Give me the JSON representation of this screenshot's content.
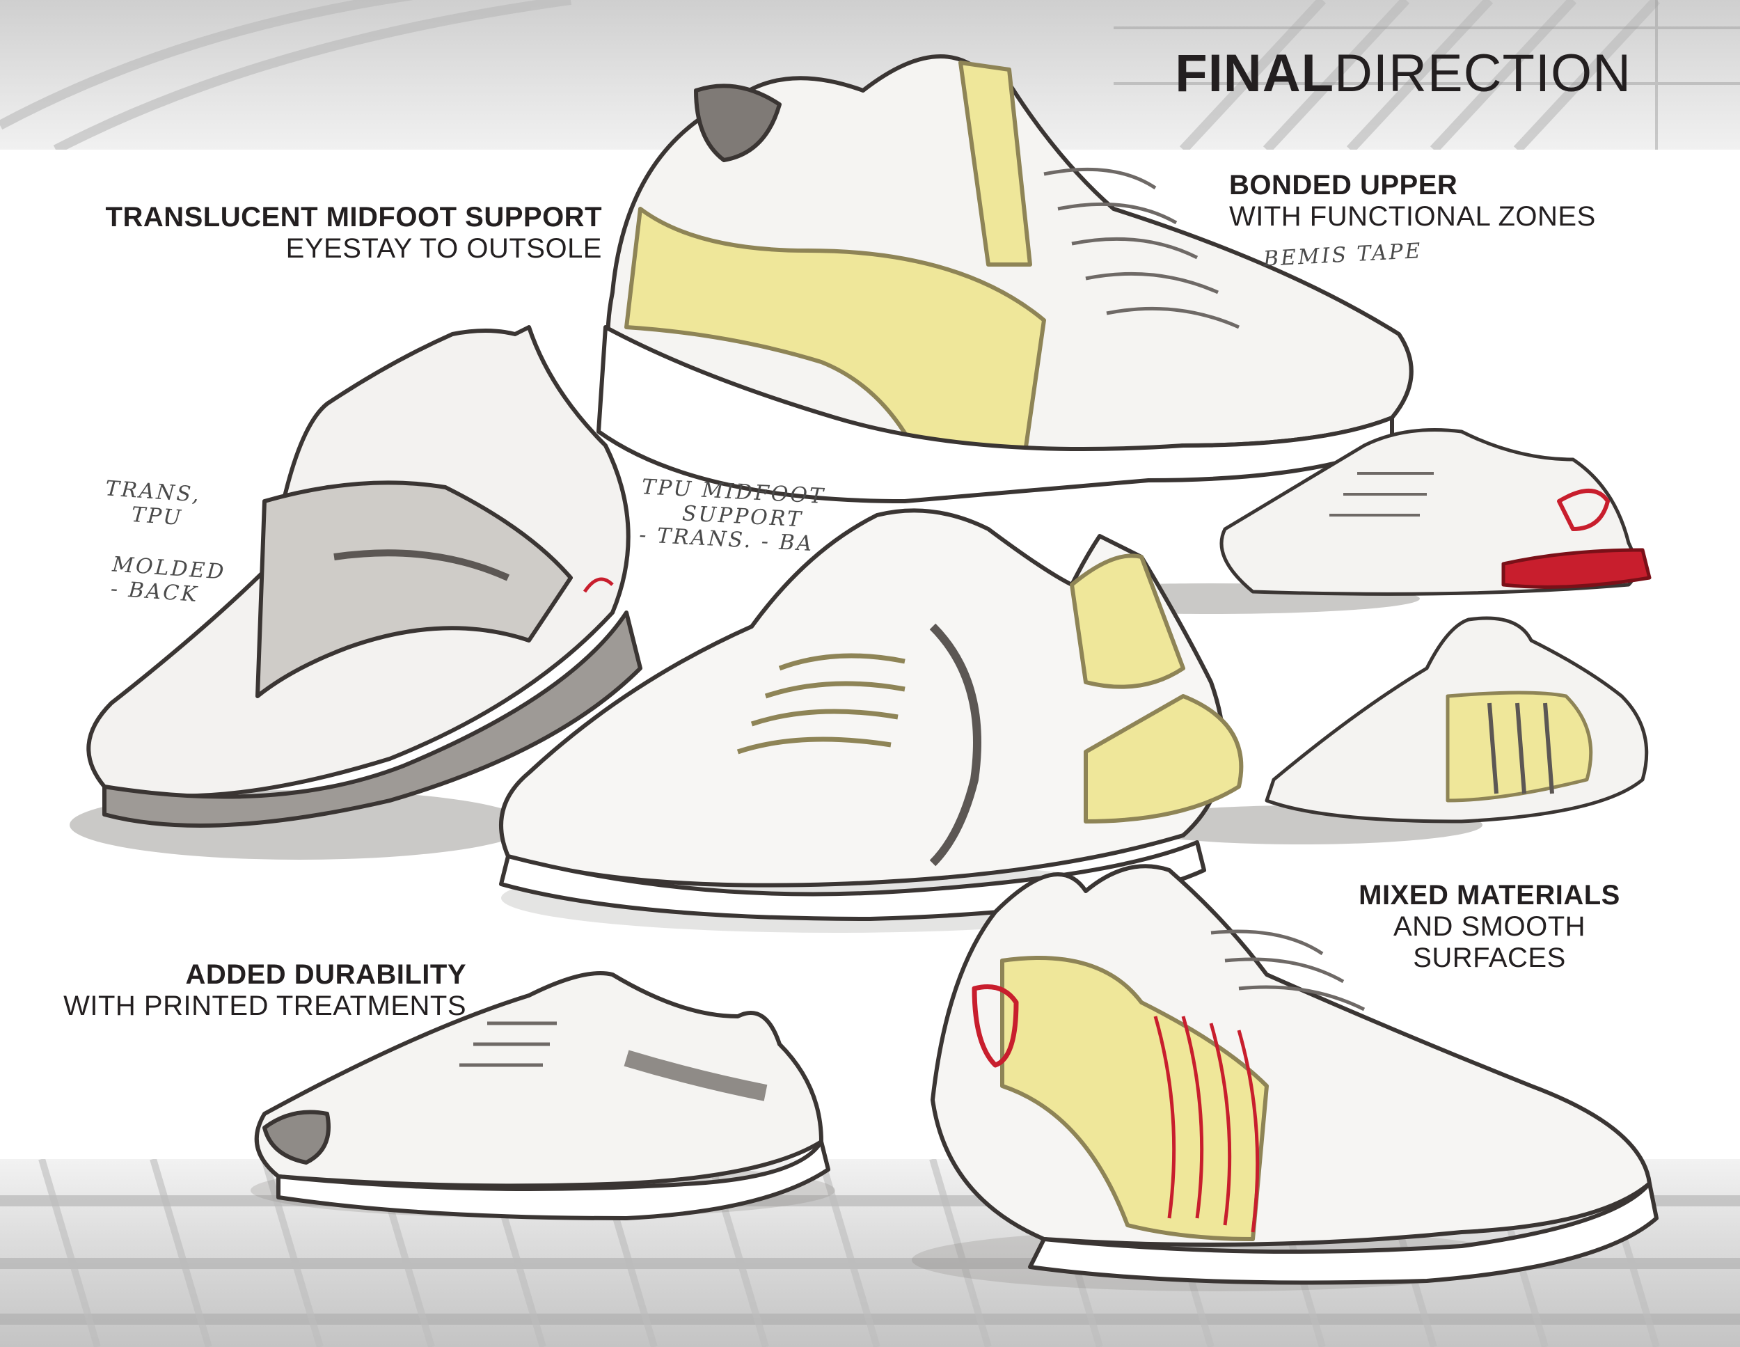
{
  "title": {
    "bold": "FINAL",
    "regular": "DIRECTION"
  },
  "callouts": {
    "translucent": {
      "heading": "TRANSLUCENT MIDFOOT SUPPORT",
      "sub": "EYESTAY TO OUTSOLE"
    },
    "bonded": {
      "heading": "BONDED UPPER",
      "sub": "WITH FUNCTIONAL ZONES"
    },
    "mixed": {
      "heading": "MIXED MATERIALS",
      "sub1": "AND SMOOTH",
      "sub2": "SURFACES"
    },
    "durability": {
      "heading": "ADDED DURABILITY",
      "sub": "WITH PRINTED TREATMENTS"
    }
  },
  "notes": {
    "bemis": "BEMIS TAPE",
    "trans1": "TRANS,",
    "trans2": "TPU",
    "molded1": "MOLDED",
    "molded2": "- BACK",
    "tpu1": "TPU MIDFOOT",
    "tpu2": "SUPPORT",
    "tpu3": "- TRANS.  - BA"
  },
  "colors": {
    "ink": "#231f20",
    "marker_yellow": "#efe79a",
    "marker_red": "#c81e2d",
    "marker_gray": "#8f8b87"
  }
}
